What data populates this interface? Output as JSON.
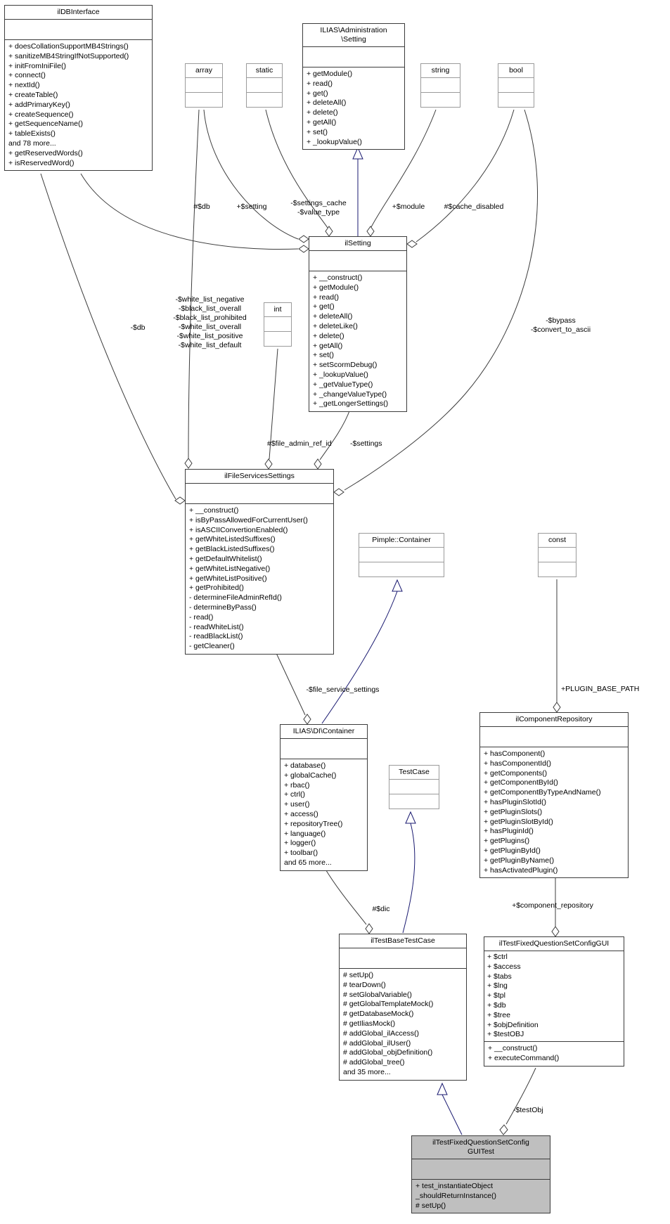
{
  "diagram": {
    "title": "Collaboration diagram for ilTestFixedQuestionSetConfigGUITest",
    "classes": {
      "ilDBInterface": {
        "title": "ilDBInterface",
        "attributes": [],
        "methods": [
          "+ doesCollationSupportMB4Strings()",
          "+ sanitizeMB4StringIfNotSupported()",
          "+ initFromIniFile()",
          "+ connect()",
          "+ nextId()",
          "+ createTable()",
          "+ addPrimaryKey()",
          "+ createSequence()",
          "+ getSequenceName()",
          "+ tableExists()",
          "and 78 more...",
          "+ getReservedWords()",
          "+ isReservedWord()"
        ]
      },
      "AdministrationSetting": {
        "title": "ILIAS\\Administration\n\\Setting",
        "attributes": [],
        "methods": [
          "+ getModule()",
          "+ read()",
          "+ get()",
          "+ deleteAll()",
          "+ delete()",
          "+ getAll()",
          "+ set()",
          "+ _lookupValue()"
        ]
      },
      "array": {
        "title": "array"
      },
      "static": {
        "title": "static"
      },
      "string": {
        "title": "string"
      },
      "bool": {
        "title": "bool"
      },
      "int": {
        "title": "int"
      },
      "const": {
        "title": "const"
      },
      "ilSetting": {
        "title": "ilSetting",
        "attributes": [],
        "methods": [
          "+ __construct()",
          "+ getModule()",
          "+ read()",
          "+ get()",
          "+ deleteAll()",
          "+ deleteLike()",
          "+ delete()",
          "+ getAll()",
          "+ set()",
          "+ setScormDebug()",
          "+ _lookupValue()",
          "+ _getValueType()",
          "+ _changeValueType()",
          "+ _getLongerSettings()"
        ]
      },
      "ilFileServicesSettings": {
        "title": "ilFileServicesSettings",
        "attributes": [],
        "methods": [
          "+ __construct()",
          "+ isByPassAllowedForCurrentUser()",
          "+ isASCIIConvertionEnabled()",
          "+ getWhiteListedSuffixes()",
          "+ getBlackListedSuffixes()",
          "+ getDefaultWhitelist()",
          "+ getWhiteListNegative()",
          "+ getWhiteListPositive()",
          "+ getProhibited()",
          "- determineFileAdminRefId()",
          "- determineByPass()",
          "- read()",
          "- readWhiteList()",
          "- readBlackList()",
          "- getCleaner()"
        ]
      },
      "PimpleContainer": {
        "title": "Pimple::Container"
      },
      "DIContainer": {
        "title": "ILIAS\\DI\\Container",
        "attributes": [],
        "methods": [
          "+ database()",
          "+ globalCache()",
          "+ rbac()",
          "+ ctrl()",
          "+ user()",
          "+ access()",
          "+ repositoryTree()",
          "+ language()",
          "+ logger()",
          "+ toolbar()",
          "and 65 more..."
        ]
      },
      "ilComponentRepository": {
        "title": "ilComponentRepository",
        "attributes": [],
        "methods": [
          "+ hasComponent()",
          "+ hasComponentId()",
          "+ getComponents()",
          "+ getComponentById()",
          "+ getComponentByTypeAndName()",
          "+ hasPluginSlotId()",
          "+ getPluginSlots()",
          "+ getPluginSlotById()",
          "+ hasPluginId()",
          "+ getPlugins()",
          "+ getPluginById()",
          "+ getPluginByName()",
          "+ hasActivatedPlugin()"
        ]
      },
      "TestCase": {
        "title": "TestCase"
      },
      "ilTestBaseTestCase": {
        "title": "ilTestBaseTestCase",
        "attributes": [],
        "methods": [
          "# setUp()",
          "# tearDown()",
          "# setGlobalVariable()",
          "# getGlobalTemplateMock()",
          "# getDatabaseMock()",
          "# getIliasMock()",
          "# addGlobal_ilAccess()",
          "# addGlobal_ilUser()",
          "# addGlobal_objDefinition()",
          "# addGlobal_tree()",
          "and 35 more..."
        ]
      },
      "ilTestFixedQuestionSetConfigGUI": {
        "title": "ilTestFixedQuestionSetConfigGUI",
        "attributes": [
          "+ $ctrl",
          "+ $access",
          "+ $tabs",
          "+ $lng",
          "+ $tpl",
          "+ $db",
          "+ $tree",
          "+ $objDefinition",
          "+ $testOBJ"
        ],
        "methods": [
          "+ __construct()",
          "+ executeCommand()"
        ]
      },
      "ilTestFixedQuestionSetConfigGUITest": {
        "title": "ilTestFixedQuestionSetConfig\nGUITest",
        "attributes": [],
        "methods": [
          "+ test_instantiateObject",
          "_shouldReturnInstance()",
          "# setUp()"
        ]
      }
    },
    "edge_labels": {
      "db": "#$db",
      "setting": "+$setting",
      "settings_cache": "-$settings_cache\n-$value_type",
      "module": "+$module",
      "cache_disabled": "#$cache_disabled",
      "db2": "-$db",
      "white_lists": "-$white_list_negative\n-$black_list_overall\n-$black_list_prohibited\n-$white_list_overall\n-$white_list_positive\n-$white_list_default",
      "file_admin_ref_id": "#$file_admin_ref_id",
      "settings": "-$settings",
      "bypass": "-$bypass\n-$convert_to_ascii",
      "file_service_settings": "-$file_service_settings",
      "plugin_base_path": "+PLUGIN_BASE_PATH",
      "dic": "#$dic",
      "component_repository": "+$component_repository",
      "testObj": "-$testObj"
    },
    "colors": {
      "inheritance_edge": "#191970",
      "usage_edge": "#3c3c3c",
      "class_border": "#3c3c3c",
      "type_box_border": "#9b9b9b",
      "highlight_fill": "#bfbfbf",
      "background": "#ffffff"
    }
  }
}
